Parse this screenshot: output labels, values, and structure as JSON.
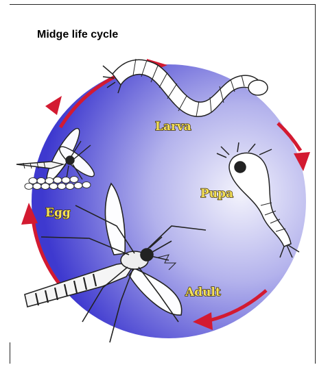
{
  "title": "Midge life cycle",
  "stages": {
    "larva": "Larva",
    "pupa": "Pupa",
    "adult": "Adult",
    "egg": "Egg"
  },
  "colors": {
    "circle_center": "#f1f2fb",
    "circle_edge": "#3f3ad0",
    "arrow": "#d31a31",
    "label_fill": "#f6e25a"
  }
}
